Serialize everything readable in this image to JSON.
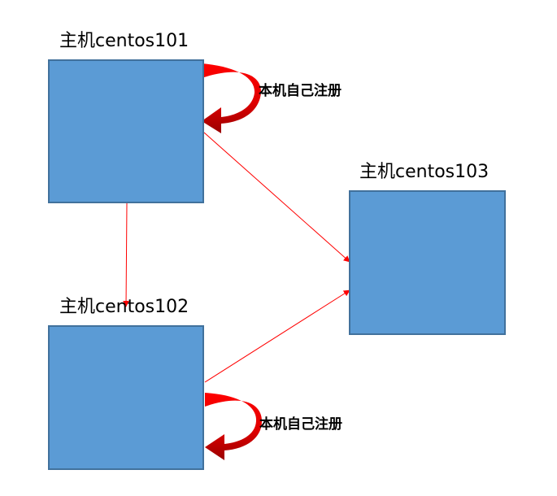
{
  "hosts": [
    {
      "name": "主机centos101"
    },
    {
      "name": "主机centos102"
    },
    {
      "name": "主机centos103"
    }
  ],
  "notes": [
    {
      "text": "本机自己注册"
    },
    {
      "text": "本机自己注册"
    }
  ],
  "colors": {
    "box_fill": "#5b9bd5",
    "box_border": "#41719c",
    "arrow": "#ff0000"
  }
}
